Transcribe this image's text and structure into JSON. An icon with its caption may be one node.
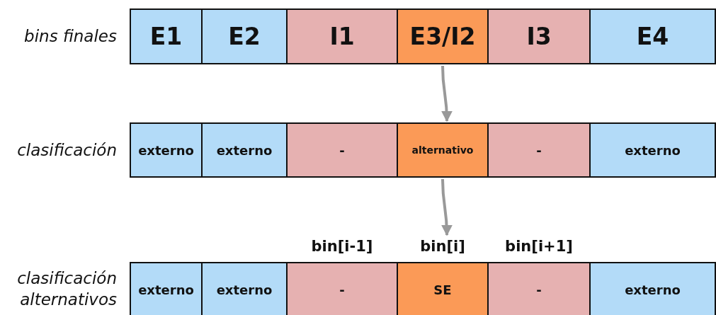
{
  "diagram": {
    "nodes": [
      {
        "text": [
          "E1"
        ]
      },
      {
        "text": [
          "E2"
        ]
      },
      {
        "text": [
          "I1"
        ]
      },
      {
        "text": [
          "E3/I2"
        ]
      },
      {
        "text": [
          "I3"
        ]
      },
      {
        "text": [
          "E4"
        ]
      },
      {
        "text": [
          "externo"
        ]
      },
      {
        "text": [
          "externo"
        ]
      },
      {
        "text": [
          "-"
        ]
      },
      {
        "text": [
          "alternativo"
        ]
      },
      {
        "text": [
          "-"
        ]
      },
      {
        "text": [
          "externo"
        ]
      },
      {
        "text": [
          "externo"
        ]
      },
      {
        "text": [
          "externo"
        ]
      },
      {
        "text": [
          "-"
        ],
        "beside": [
          "bin[i-1]"
        ]
      },
      {
        "text": [
          "SE"
        ],
        "beside": [
          "bin[i]"
        ]
      },
      {
        "text": [
          "-"
        ],
        "beside": [
          "bin[i+1]"
        ]
      },
      {
        "text": [
          "externo"
        ]
      }
    ],
    "edges": [
      {
        "from": 3,
        "to": 9,
        "arrow": "to"
      },
      {
        "from": 9,
        "to": 15,
        "arrow": "to"
      }
    ],
    "labels": [
      "bins finales",
      "clasificación",
      "clasificación alternativos"
    ]
  }
}
